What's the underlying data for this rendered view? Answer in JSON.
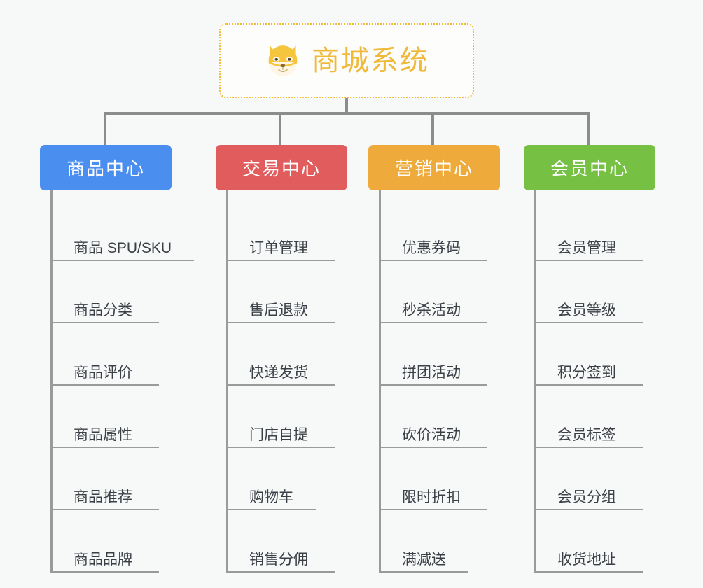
{
  "page": {
    "background": "#f7f8f8",
    "title": "商城系统"
  },
  "root": {
    "label": "商城系统",
    "icon": "shiba-dog-face-icon",
    "border_color": "#f0b93a",
    "text_color": "#f0b93a"
  },
  "connector_color": "#8c8c8c",
  "columns": [
    {
      "id": "product-center",
      "label": "商品中心",
      "color": "#4a8ef0",
      "items": [
        {
          "label": "商品 SPU/SKU",
          "rule_width": 205
        },
        {
          "label": "商品分类",
          "rule_width": 155
        },
        {
          "label": "商品评价",
          "rule_width": 155
        },
        {
          "label": "商品属性",
          "rule_width": 155
        },
        {
          "label": "商品推荐",
          "rule_width": 155
        },
        {
          "label": "商品品牌",
          "rule_width": 155
        }
      ]
    },
    {
      "id": "trade-center",
      "label": "交易中心",
      "color": "#e15c5c",
      "items": [
        {
          "label": "订单管理",
          "rule_width": 155
        },
        {
          "label": "售后退款",
          "rule_width": 155
        },
        {
          "label": "快递发货",
          "rule_width": 155
        },
        {
          "label": "门店自提",
          "rule_width": 155
        },
        {
          "label": "购物车",
          "rule_width": 128
        },
        {
          "label": "销售分佣",
          "rule_width": 155
        }
      ]
    },
    {
      "id": "marketing-center",
      "label": "营销中心",
      "color": "#eeab3c",
      "items": [
        {
          "label": "优惠券码",
          "rule_width": 155
        },
        {
          "label": "秒杀活动",
          "rule_width": 155
        },
        {
          "label": "拼团活动",
          "rule_width": 155
        },
        {
          "label": "砍价活动",
          "rule_width": 155
        },
        {
          "label": "限时折扣",
          "rule_width": 155
        },
        {
          "label": "满减送",
          "rule_width": 128
        }
      ]
    },
    {
      "id": "member-center",
      "label": "会员中心",
      "color": "#76c043",
      "items": [
        {
          "label": "会员管理",
          "rule_width": 155
        },
        {
          "label": "会员等级",
          "rule_width": 155
        },
        {
          "label": "积分签到",
          "rule_width": 155
        },
        {
          "label": "会员标签",
          "rule_width": 155
        },
        {
          "label": "会员分组",
          "rule_width": 155
        },
        {
          "label": "收货地址",
          "rule_width": 155
        }
      ]
    }
  ]
}
